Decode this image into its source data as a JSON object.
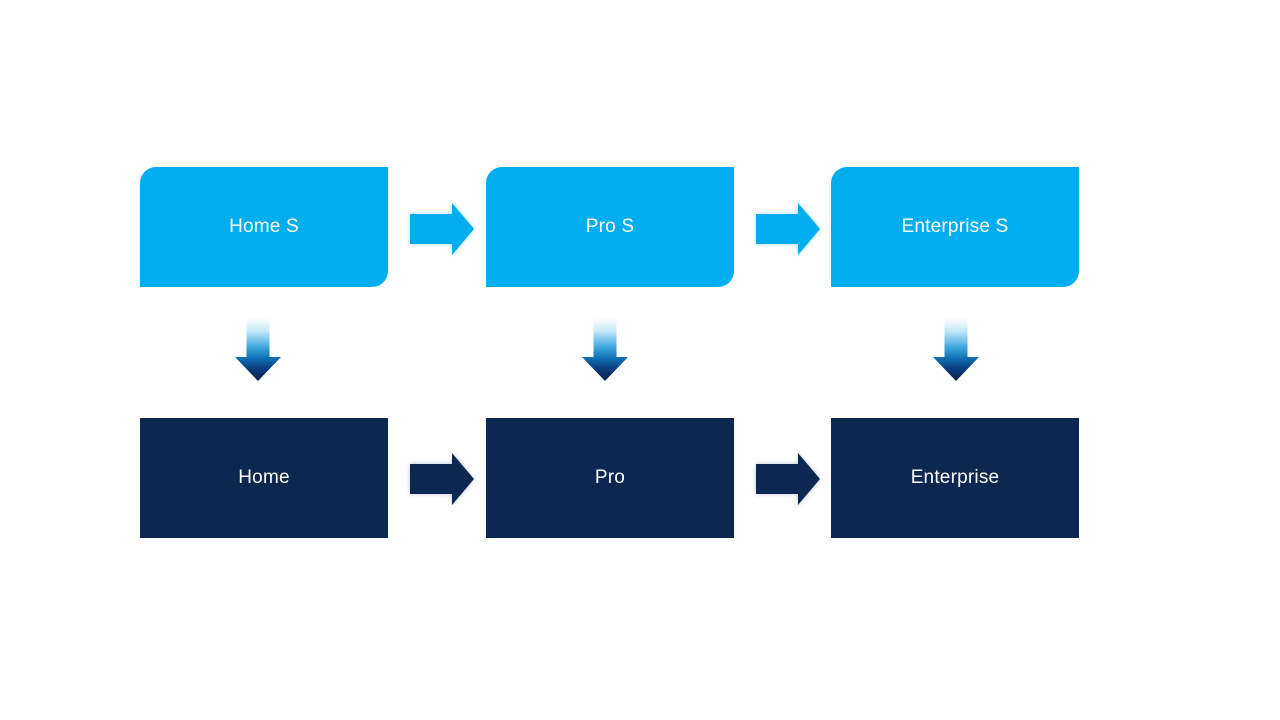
{
  "diagram": {
    "columns": [
      {
        "top_label": "Home S",
        "bottom_label": "Home"
      },
      {
        "top_label": "Pro S",
        "bottom_label": "Pro"
      },
      {
        "top_label": "Enterprise S",
        "bottom_label": "Enterprise"
      }
    ]
  },
  "colors": {
    "background": "#FFFFFF",
    "top_box": "#00AEEF",
    "bottom_box": "#0D2850",
    "box_text": "#FFFFFF",
    "top_arrow": "#00AEEF",
    "top_arrow_glow": "#8FD9F7",
    "bottom_arrow": "#0D2850",
    "bottom_arrow_glow": "#A9B8D0",
    "down_arrow_gradient": [
      "#FFFFFF",
      "#C8EAFA",
      "#3FA9DE",
      "#0D6CB0",
      "#0A3A78",
      "#071F48"
    ]
  }
}
